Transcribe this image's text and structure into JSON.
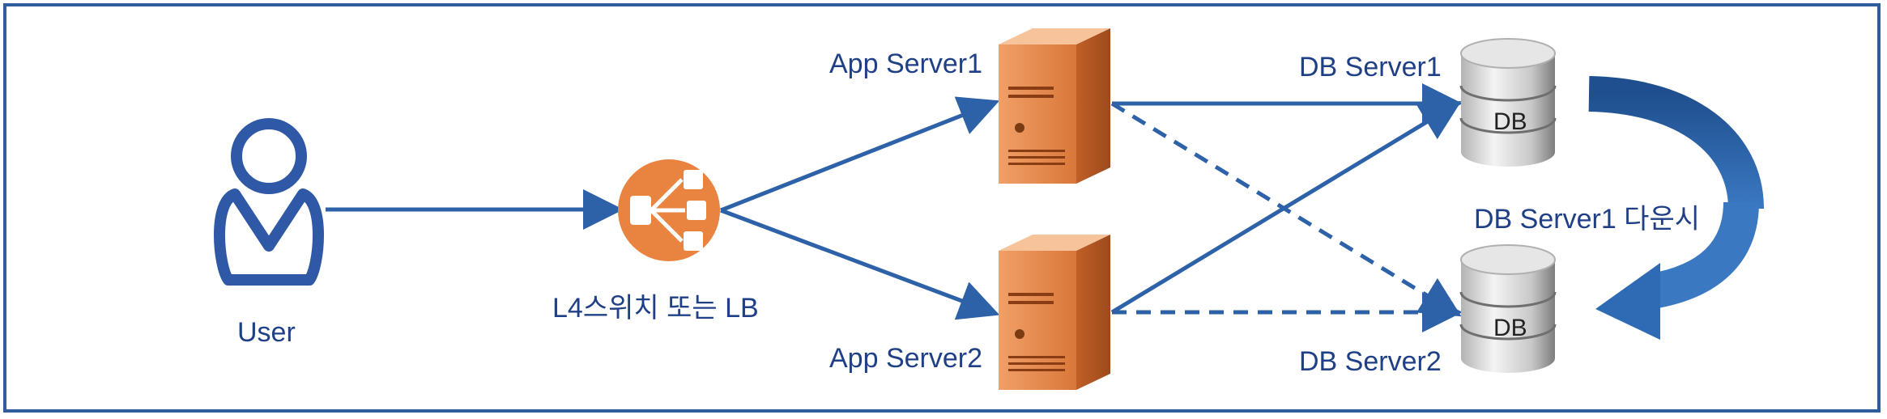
{
  "nodes": {
    "user": {
      "label": "User",
      "icon": "user-icon"
    },
    "lb": {
      "label": "L4스위치 또는 LB",
      "icon": "load-balancer-icon"
    },
    "app1": {
      "label": "App Server1",
      "icon": "server-icon"
    },
    "app2": {
      "label": "App Server2",
      "icon": "server-icon"
    },
    "db1": {
      "label": "DB Server1",
      "icon": "database-icon",
      "badge": "DB"
    },
    "db2": {
      "label": "DB Server2",
      "icon": "database-icon",
      "badge": "DB"
    }
  },
  "failover": {
    "label": "DB Server1 다운시",
    "icon": "curved-arrow-icon"
  },
  "colors": {
    "primary": "#2e62a8",
    "text": "#1f3f86",
    "server_orange": "#d9773a",
    "lb_orange": "#e8843f",
    "db_gray": "#9a9a9a"
  }
}
